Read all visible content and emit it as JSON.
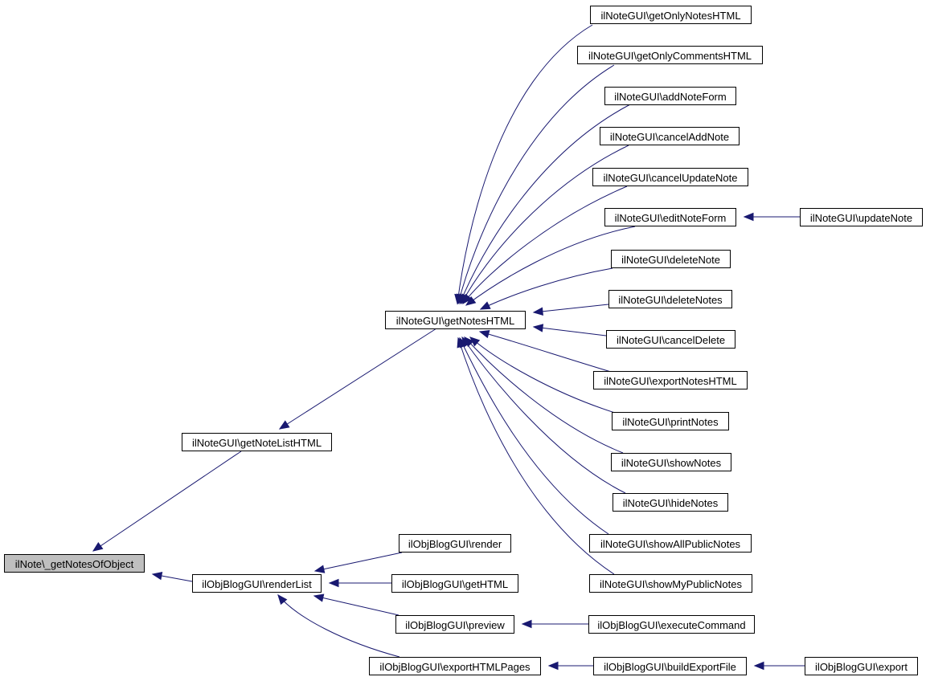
{
  "graph": {
    "nodes": {
      "root": "ilNote\\_getNotesOfObject",
      "getNoteListHTML": "ilNoteGUI\\getNoteListHTML",
      "renderList": "ilObjBlogGUI\\renderList",
      "getNotesHTML": "ilNoteGUI\\getNotesHTML",
      "getOnlyNotesHTML": "ilNoteGUI\\getOnlyNotesHTML",
      "getOnlyCommentsHTML": "ilNoteGUI\\getOnlyCommentsHTML",
      "addNoteForm": "ilNoteGUI\\addNoteForm",
      "cancelAddNote": "ilNoteGUI\\cancelAddNote",
      "cancelUpdateNote": "ilNoteGUI\\cancelUpdateNote",
      "editNoteForm": "ilNoteGUI\\editNoteForm",
      "updateNote": "ilNoteGUI\\updateNote",
      "deleteNote": "ilNoteGUI\\deleteNote",
      "deleteNotes": "ilNoteGUI\\deleteNotes",
      "cancelDelete": "ilNoteGUI\\cancelDelete",
      "exportNotesHTML": "ilNoteGUI\\exportNotesHTML",
      "printNotes": "ilNoteGUI\\printNotes",
      "showNotes": "ilNoteGUI\\showNotes",
      "hideNotes": "ilNoteGUI\\hideNotes",
      "showAllPublicNotes": "ilNoteGUI\\showAllPublicNotes",
      "showMyPublicNotes": "ilNoteGUI\\showMyPublicNotes",
      "render": "ilObjBlogGUI\\render",
      "getHTML": "ilObjBlogGUI\\getHTML",
      "preview": "ilObjBlogGUI\\preview",
      "executeCommand": "ilObjBlogGUI\\executeCommand",
      "exportHTMLPages": "ilObjBlogGUI\\exportHTMLPages",
      "buildExportFile": "ilObjBlogGUI\\buildExportFile",
      "export": "ilObjBlogGUI\\export"
    },
    "edges": [
      [
        "getNoteListHTML",
        "root"
      ],
      [
        "renderList",
        "root"
      ],
      [
        "getNotesHTML",
        "getNoteListHTML"
      ],
      [
        "getOnlyNotesHTML",
        "getNotesHTML"
      ],
      [
        "getOnlyCommentsHTML",
        "getNotesHTML"
      ],
      [
        "addNoteForm",
        "getNotesHTML"
      ],
      [
        "cancelAddNote",
        "getNotesHTML"
      ],
      [
        "cancelUpdateNote",
        "getNotesHTML"
      ],
      [
        "editNoteForm",
        "getNotesHTML"
      ],
      [
        "deleteNote",
        "getNotesHTML"
      ],
      [
        "deleteNotes",
        "getNotesHTML"
      ],
      [
        "cancelDelete",
        "getNotesHTML"
      ],
      [
        "exportNotesHTML",
        "getNotesHTML"
      ],
      [
        "printNotes",
        "getNotesHTML"
      ],
      [
        "showNotes",
        "getNotesHTML"
      ],
      [
        "hideNotes",
        "getNotesHTML"
      ],
      [
        "showAllPublicNotes",
        "getNotesHTML"
      ],
      [
        "showMyPublicNotes",
        "getNotesHTML"
      ],
      [
        "updateNote",
        "editNoteForm"
      ],
      [
        "render",
        "renderList"
      ],
      [
        "getHTML",
        "renderList"
      ],
      [
        "preview",
        "renderList"
      ],
      [
        "exportHTMLPages",
        "renderList"
      ],
      [
        "executeCommand",
        "preview"
      ],
      [
        "buildExportFile",
        "exportHTMLPages"
      ],
      [
        "export",
        "buildExportFile"
      ]
    ],
    "colors": {
      "edge": "#191970",
      "root_fill": "#bfbfbf",
      "node_fill": "#ffffff",
      "border": "#000000"
    }
  }
}
